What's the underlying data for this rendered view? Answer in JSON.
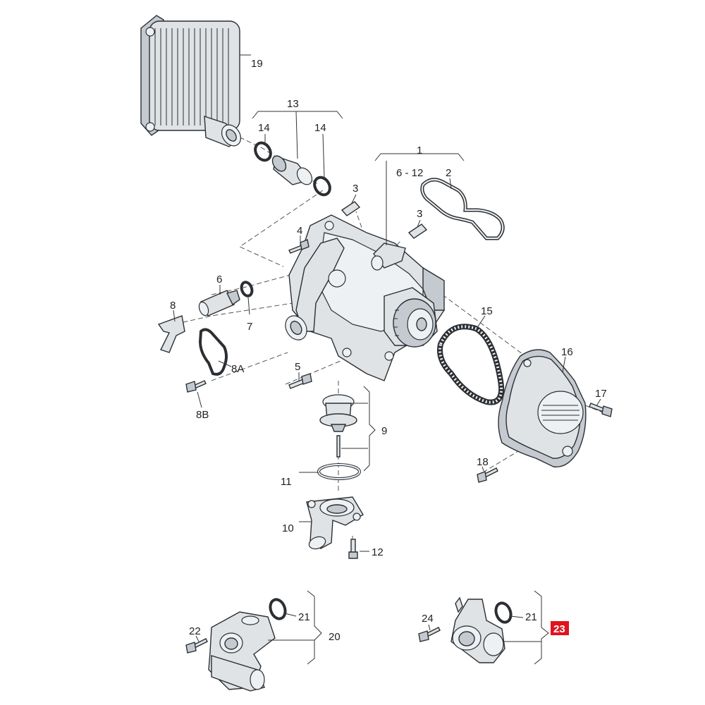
{
  "labels": {
    "c1": "1",
    "c2": "2",
    "c3a": "3",
    "c3b": "3",
    "c4": "4",
    "c5": "5",
    "c6": "6",
    "c6_12": "6 - 12",
    "c7": "7",
    "c8": "8",
    "c8a": "8A",
    "c8b": "8B",
    "c9": "9",
    "c10": "10",
    "c11": "11",
    "c12": "12",
    "c13": "13",
    "c14a": "14",
    "c14b": "14",
    "c15": "15",
    "c16": "16",
    "c17": "17",
    "c18": "18",
    "c19": "19",
    "c20": "20",
    "c21a": "21",
    "c21b": "21",
    "c22": "22",
    "c23": "23",
    "c24": "24"
  },
  "colors": {
    "highlight_badge": "#e0141e",
    "part_fill": "#dfe3e6",
    "outline": "#2b2f33"
  }
}
